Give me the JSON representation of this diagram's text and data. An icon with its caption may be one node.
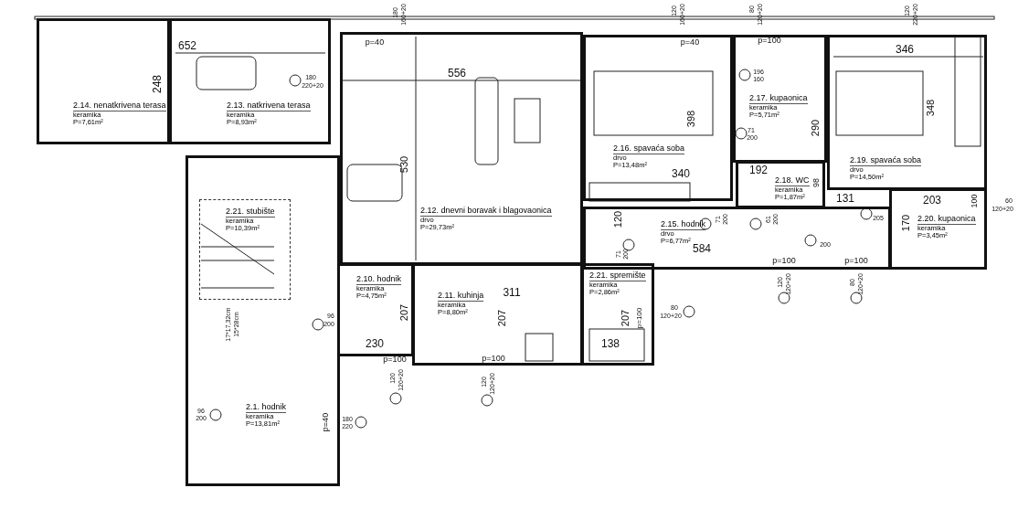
{
  "diagram": {
    "nodes": [
      {
        "text": [
          "2.14. nenatkrivena terasa",
          "keramika",
          "P=7,61m²"
        ]
      },
      {
        "text": [
          "2.13. natkrivena terasa",
          "keramika",
          "P=8,93m²"
        ]
      },
      {
        "text": [
          "2.12. dnevni boravak i blagovaonica",
          "drvo",
          "P=29,73m²"
        ]
      },
      {
        "text": [
          "2.16. spavaća soba",
          "drvo",
          "P=13,48m²"
        ]
      },
      {
        "text": [
          "2.17. kupaonica",
          "keramika",
          "P=5,71m²"
        ]
      },
      {
        "text": [
          "2.18. WC",
          "keramika",
          "P=1,87m²"
        ]
      },
      {
        "text": [
          "2.19. spavaća soba",
          "drvo",
          "P=14,50m²"
        ]
      },
      {
        "text": [
          "2.15. hodnik",
          "drvo",
          "P=6,77m²"
        ]
      },
      {
        "text": [
          "2.20. kupaonica",
          "keramika",
          "P=3,45m²"
        ]
      },
      {
        "text": [
          "2.1. hodnik",
          "keramika",
          "P=13,81m²"
        ]
      },
      {
        "text": [
          "2.21. stubište",
          "keramika",
          "P=10,39m²"
        ],
        "in": 9
      },
      {
        "text": [
          "2.10. hodnik",
          "keramika",
          "P=4,75m²"
        ]
      },
      {
        "text": [
          "2.11. kuhinja",
          "keramika",
          "P=8,80m²"
        ]
      },
      {
        "text": [
          "2.21. spremište",
          "keramika",
          "P=2,86m²"
        ]
      }
    ],
    "labels": [
      "180",
      "160+20",
      "120",
      "160+20",
      "80",
      "120+20",
      "120",
      "220+20",
      "652",
      "248",
      "180",
      "220+20",
      "p=40",
      "556",
      "p=40",
      "p=100",
      "346",
      "196",
      "160",
      "290",
      "398",
      "348",
      "530",
      "71",
      "200",
      "340",
      "192",
      "98",
      "131",
      "203",
      "100",
      "60",
      "120+20",
      "120",
      "71",
      "200",
      "61",
      "200",
      "205",
      "170",
      "584",
      "200",
      "p=100",
      "p=100",
      "120",
      "120+20",
      "80",
      "120+20",
      "311",
      "96",
      "200",
      "207",
      "207",
      "207",
      "p=100",
      "80",
      "120+20",
      "230",
      "138",
      "p=100",
      "p=100",
      "120",
      "120+20",
      "120",
      "120+20",
      "96",
      "200",
      "p=40",
      "180",
      "220",
      "17*17,32cm",
      "15*28cm",
      "71",
      "200"
    ]
  }
}
